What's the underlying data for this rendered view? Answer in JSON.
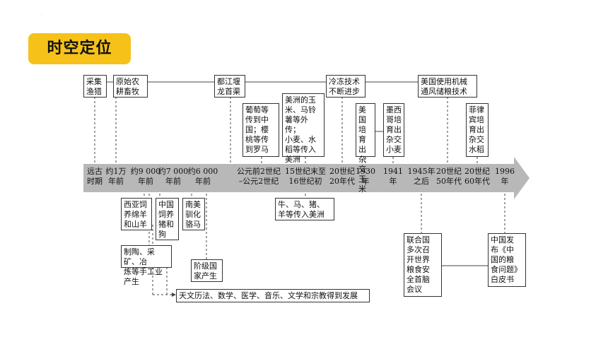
{
  "section_title": "时空定位",
  "corner_mark": "·",
  "timeline": [
    {
      "id": "t1",
      "label": "远古\n时期"
    },
    {
      "id": "t2",
      "label": "约1万\n年前"
    },
    {
      "id": "t3",
      "label": "约9 000\n年前"
    },
    {
      "id": "t4",
      "label": "约7 000\n年前"
    },
    {
      "id": "t5",
      "label": "约6 000\n年前"
    },
    {
      "id": "t6",
      "label": "公元前2世纪\n–公元2世纪"
    },
    {
      "id": "t7",
      "label": "15世纪末至\n16世纪初"
    },
    {
      "id": "t8",
      "label": "20世纪\n20年代"
    },
    {
      "id": "t9",
      "label": "1930\n年"
    },
    {
      "id": "t10",
      "label": "1941\n年"
    },
    {
      "id": "t11",
      "label": "1945年\n之后"
    },
    {
      "id": "t12",
      "label": "20世纪\n50年代"
    },
    {
      "id": "t13",
      "label": "20世纪\n60年代"
    },
    {
      "id": "t14",
      "label": "1996\n年"
    }
  ],
  "top_boxes": [
    {
      "id": "b1",
      "text": "采集\n渔猎"
    },
    {
      "id": "b2",
      "text": "原始农\n耕畜牧"
    },
    {
      "id": "b3",
      "text": "都江堰\n龙首渠"
    },
    {
      "id": "b4",
      "text": "冷冻技术\n不断进步"
    },
    {
      "id": "b5",
      "text": "美国使用机械\n通风储粮技术"
    },
    {
      "id": "b6",
      "text": "葡萄等\n传到中\n国；樱\n桃等传\n到罗马"
    },
    {
      "id": "b7",
      "text": "美洲的玉\n米、马铃\n薯等外传；\n小麦、水\n稻等传入\n美洲"
    },
    {
      "id": "b8",
      "text": "美国\n培育\n出杂\n交玉\n米"
    },
    {
      "id": "b9",
      "text": "墨西\n哥培\n育出\n杂交\n小麦"
    },
    {
      "id": "b10",
      "text": "菲律\n宾培\n育出\n杂交\n水稻"
    }
  ],
  "bottom_boxes": [
    {
      "id": "c1",
      "text": "西亚饲\n养绵羊\n和山羊"
    },
    {
      "id": "c2",
      "text": "中国\n饲养\n猪和\n狗"
    },
    {
      "id": "c3",
      "text": "南美\n驯化\n骆马"
    },
    {
      "id": "c4",
      "text": "牛、马、猪、\n羊等传入美洲"
    },
    {
      "id": "c5",
      "text": "制陶、采矿、冶\n炼等手工业产生"
    },
    {
      "id": "c6",
      "text": "阶级国\n家产生"
    },
    {
      "id": "c7",
      "text": "天文历法、数学、医学、音乐、文学和宗教得到发展"
    },
    {
      "id": "c8",
      "text": "联合国\n多次召\n开世界\n粮食安\n全首脑\n会议"
    },
    {
      "id": "c9",
      "text": "中国发\n布《中\n国的粮\n食问题》\n白皮书"
    }
  ]
}
